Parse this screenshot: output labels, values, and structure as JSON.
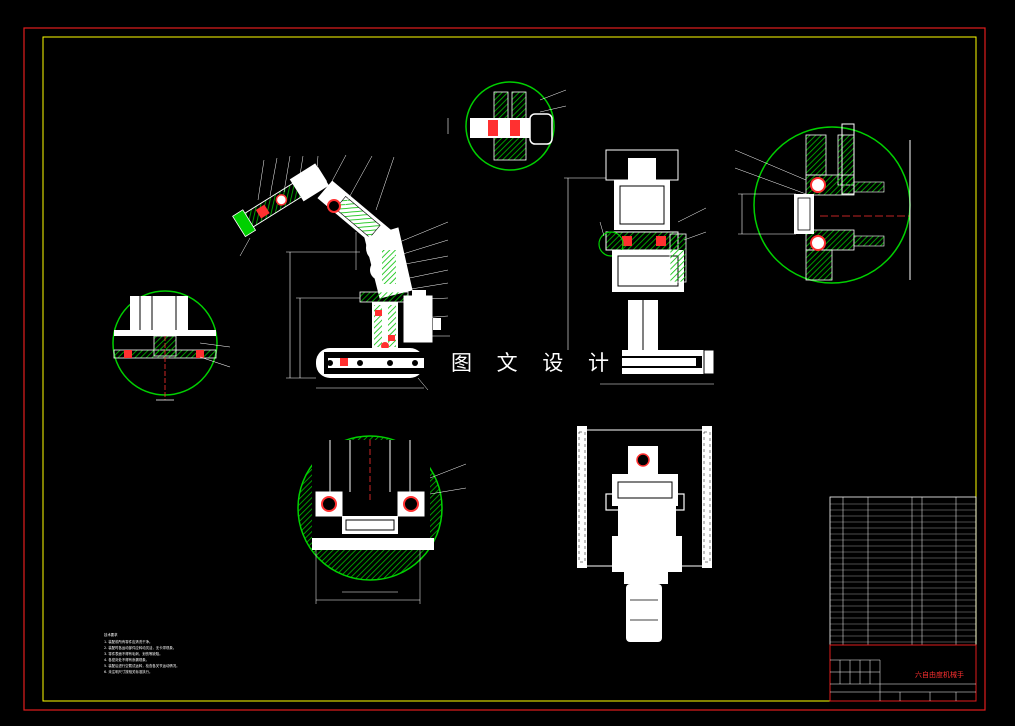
{
  "watermark": "图 文 设 计",
  "title_block": {
    "drawing_title": "六自由度机械手"
  },
  "tech_notes": {
    "heading": "技术要求",
    "lines": [
      "1. 装配前所有零件应清洗干净。",
      "2. 装配时各运动部件应转动灵活，无卡滞现象。",
      "3. 零件表面不得有毛刺、划伤等缺陷。",
      "4. 各密封处不得有渗漏现象。",
      "5. 装配后进行空载试运转，检查各关节运动情况。",
      "6. 未注明尺寸按相关标准执行。"
    ]
  },
  "colors": {
    "frame": "#e11d1d",
    "border": "#ffff00",
    "lines": "#ffffff",
    "section": "#00d000",
    "hatch": "#00c000",
    "accent": "#ff3030"
  }
}
